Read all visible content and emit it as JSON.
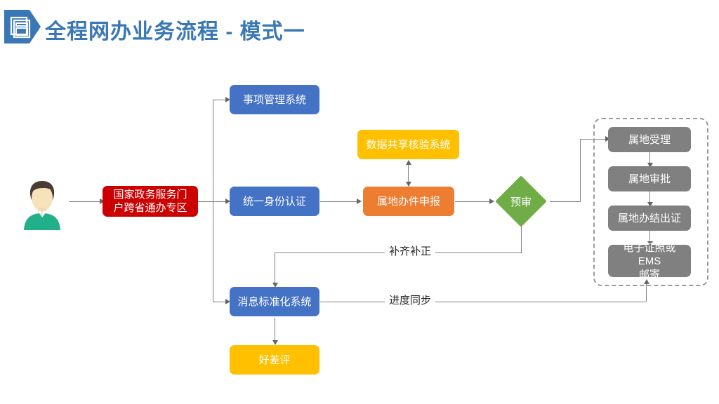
{
  "header": {
    "title": "全程网办业务流程 - 模式一",
    "icon": "documents-stack-icon",
    "accent_color": "#3A78B5"
  },
  "actor": {
    "icon": "user-avatar-icon",
    "label": ""
  },
  "colors": {
    "blue": "#4472C4",
    "red": "#CC0000",
    "orange": "#ED7D31",
    "yellow": "#FFC000",
    "green": "#70AD47",
    "gray": "#808080",
    "line": "#808080",
    "title": "#3A78B5"
  },
  "nodes": {
    "portal": "国家政务服务门户跨省通办专区",
    "portal_line1": "国家政务服务门",
    "portal_line2": "户跨省通办专区",
    "item_mgmt": "事项管理系统",
    "unified_auth": "统一身份认证",
    "data_share": "数据共享核验系统",
    "local_apply": "属地办件申报",
    "pre_review": "预审",
    "message_std": "消息标准化系统",
    "rating": "好差评",
    "local_accept": "属地受理",
    "local_approve": "属地审批",
    "local_complete": "属地办结出证",
    "ecert_ems_line1": "电子证照或 EMS",
    "ecert_ems_line2": "邮寄",
    "ecert_ems": "电子证照或 EMS 邮寄"
  },
  "edges": {
    "supplement": "补齐补正",
    "progress_sync": "进度同步"
  }
}
